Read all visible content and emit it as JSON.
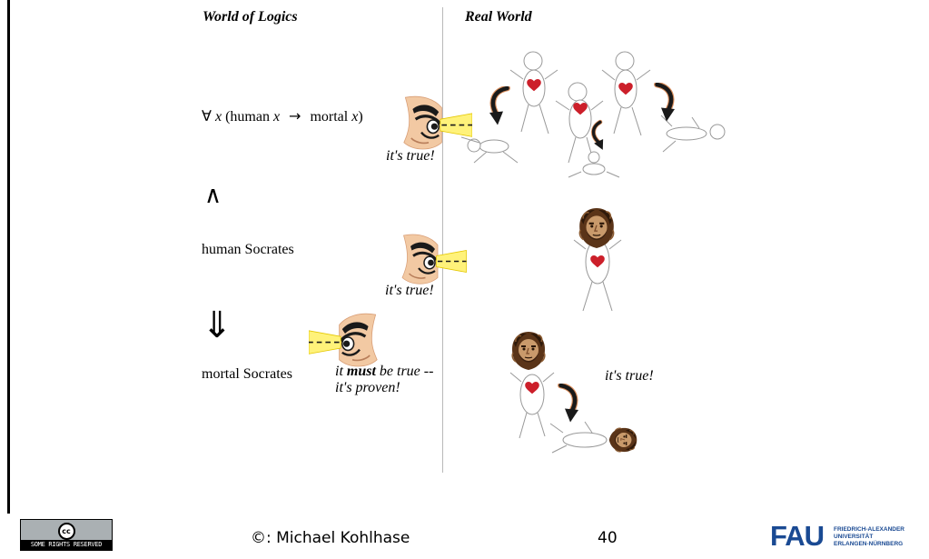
{
  "headers": {
    "logic": "World of Logics",
    "real": "Real World"
  },
  "formulas": {
    "forall_symbol": "∀",
    "var_x1": "x",
    "open": "(human ",
    "var_x2": "x",
    "arrow": "→",
    "mortal": "mortal ",
    "var_x3": "x",
    "close": ")",
    "and_symbol": "∧",
    "human_socrates": "human Socrates",
    "implies_symbol": "⇓",
    "mortal_socrates": "mortal Socrates"
  },
  "captions": {
    "true1": "it's true!",
    "true2": "it's true!",
    "must_it": "it ",
    "must_bold": "must",
    "must_rest": " be true --",
    "proven": "it's proven!",
    "real_true": "it's true!"
  },
  "footer": {
    "cc_badge": "SOME RIGHTS RESERVED",
    "copyright_symbol": "©",
    "copyright_text": ": Michael Kohlhase",
    "page_number": "40",
    "fau_logo": "FAU",
    "fau_line1": "FRIEDRICH-ALEXANDER",
    "fau_line2": "UNIVERSITÄT",
    "fau_line3": "ERLANGEN-NÜRNBERG",
    "fau_color": "#1a4a93"
  },
  "icons": [
    "eye-icon",
    "stick-figure-icon",
    "heart-icon",
    "socrates-head-icon",
    "curved-arrow-icon",
    "creative-commons-icon",
    "fau-logo-icon"
  ],
  "colors": {
    "heart": "#cc1f2a",
    "skin": "#f2c9a3",
    "beam": "#fff27a",
    "beam_stroke": "#e4c700"
  }
}
